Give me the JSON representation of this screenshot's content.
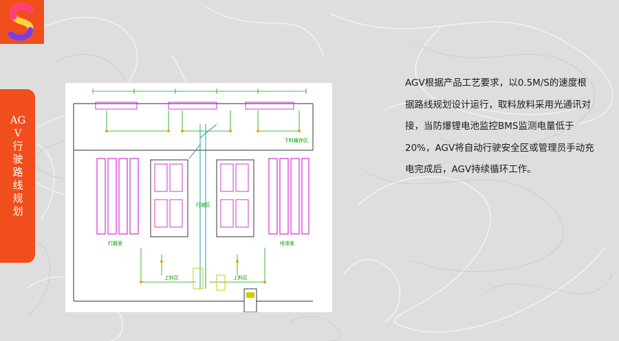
{
  "slide": {
    "side_title": "AGV行驶路线规划",
    "description": "AGV根据产品工艺要求，以0.5M/S的速度根据路线规划设计运行，取料放料采用光通讯对接，当防爆锂电池监控BMS监测电量低于20%，AGV将自动行驶安全区或管理员手动充电完成后，AGV持续循环工作。"
  },
  "plan": {
    "labels": {
      "top_right_zone": "下料缓存区",
      "left_zone": "打磨室",
      "right_zone": "喷漆室",
      "center_zone": "行驶区",
      "bottom_left": "上料区",
      "bottom_right": "上料区"
    }
  },
  "colors": {
    "accent": "#f04e1c",
    "route_green": "#00aa00",
    "rack_magenta": "#cc00cc",
    "route_cyan": "#009999",
    "wall_gray": "#555555"
  }
}
